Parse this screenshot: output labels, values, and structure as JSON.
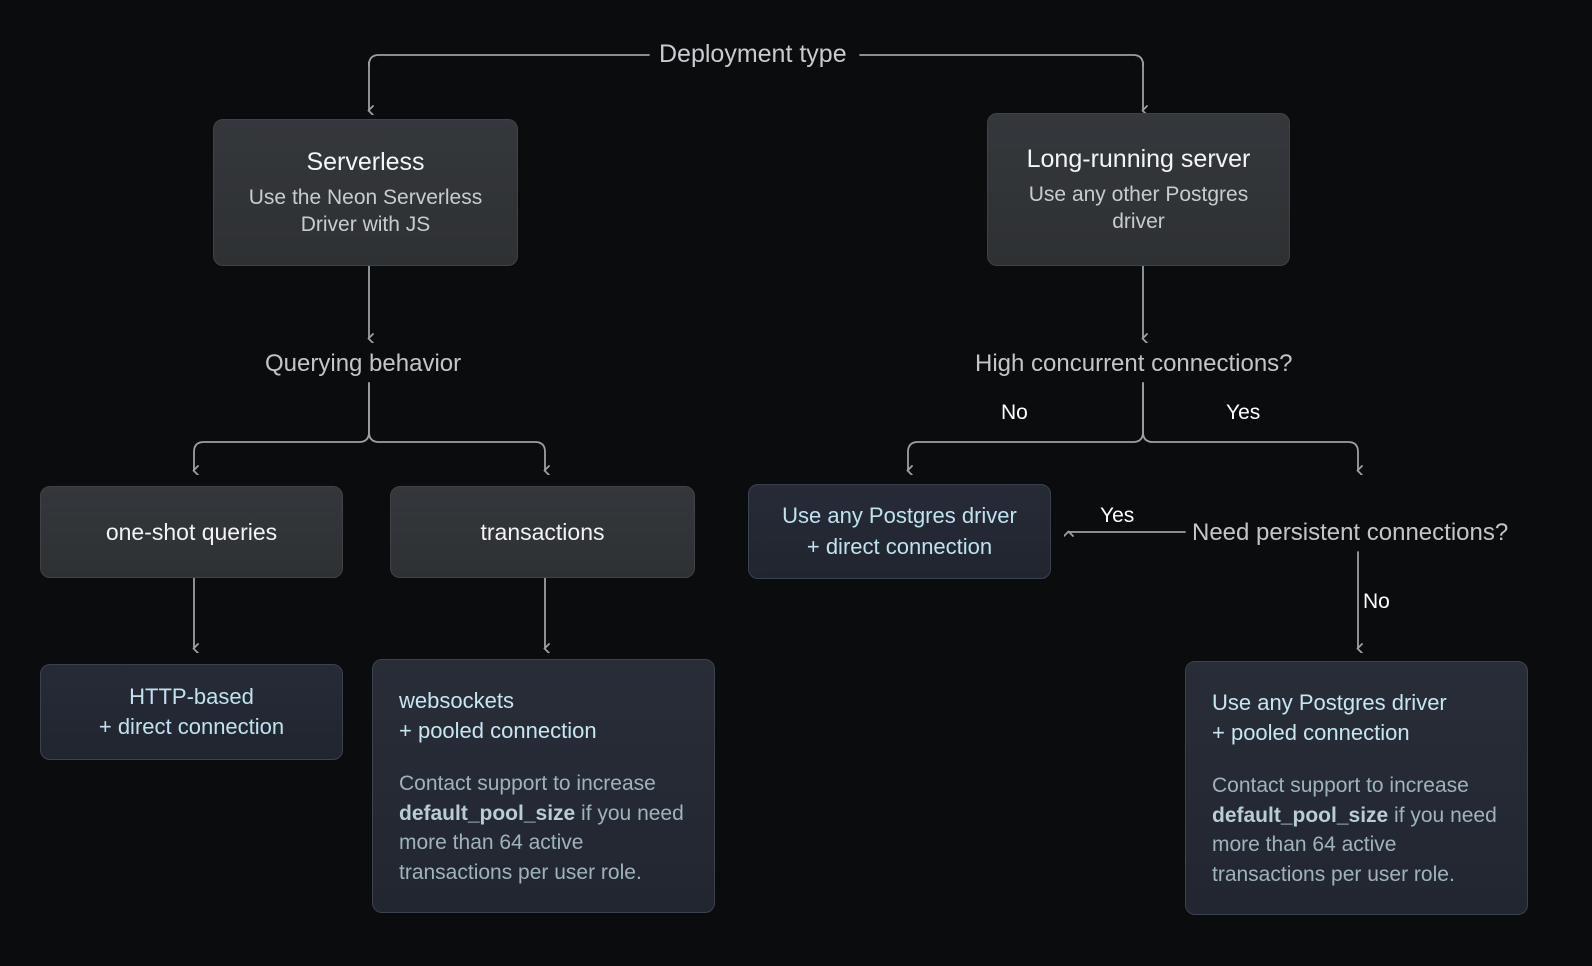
{
  "diagram": {
    "title": "Deployment type",
    "colors": {
      "background": "#0b0c0d",
      "node_grey": "#323538",
      "node_blue": "#242935",
      "accent_text": "#c6e6f2",
      "edge": "#9aa0a6"
    },
    "labels": {
      "querying_behavior": "Querying behavior",
      "high_concurrent": "High concurrent connections?",
      "need_persistent": "Need persistent connections?",
      "no_left": "No",
      "yes_right": "Yes",
      "yes_persistent": "Yes",
      "no_persistent": "No"
    },
    "nodes": {
      "serverless": {
        "title": "Serverless",
        "subtitle": "Use the Neon Serverless Driver with JS"
      },
      "long_running": {
        "title": "Long-running server",
        "subtitle": "Use any other Postgres driver"
      },
      "one_shot": {
        "label": "one-shot queries"
      },
      "transactions": {
        "label": "transactions"
      },
      "http_based": {
        "line1": "HTTP-based",
        "line2": "+ direct connection"
      },
      "websockets": {
        "line1": "websockets",
        "line2": "+ pooled connection",
        "note_pre": "Contact support to increase ",
        "note_code": "default_pool_size",
        "note_post": " if you need more than 64 active transactions per user role."
      },
      "driver_direct": {
        "line1": "Use any Postgres driver",
        "line2": "+ direct connection"
      },
      "driver_pooled": {
        "line1": "Use any Postgres driver",
        "line2": "+ pooled connection",
        "note_pre": "Contact support to increase ",
        "note_code": "default_pool_size",
        "note_post": " if you need more than 64 active transactions per user role."
      }
    }
  }
}
